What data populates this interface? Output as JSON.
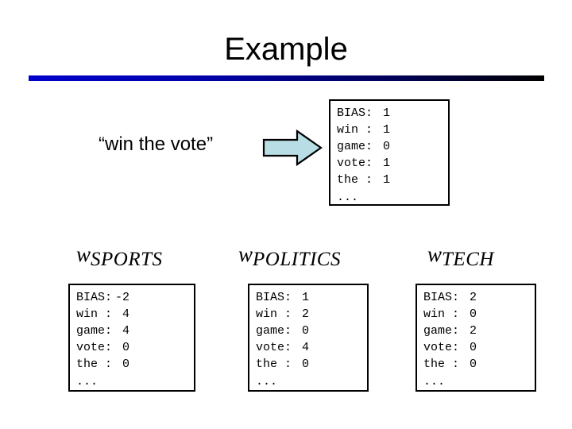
{
  "slide": {
    "title": "Example",
    "rule_gradient_from": "#0000cc",
    "rule_gradient_to": "#000000"
  },
  "input": {
    "phrase": "“win the vote”",
    "arrow_icon": "right-arrow-icon",
    "arrow_fill": "#b8dde5",
    "arrow_stroke": "#000000"
  },
  "feature_vector": {
    "name": "input-feature-vector",
    "separator": ":",
    "ellipsis": "...",
    "rows": [
      {
        "key": "BIAS",
        "value": "1"
      },
      {
        "key": "win",
        "value": "1"
      },
      {
        "key": "game",
        "value": "0"
      },
      {
        "key": "vote",
        "value": "1"
      },
      {
        "key": "the",
        "value": "1"
      }
    ]
  },
  "weight_vectors": [
    {
      "id": "sports",
      "symbol": "w",
      "subscript": "SPORTS",
      "separator": ":",
      "ellipsis": "...",
      "rows": [
        {
          "key": "BIAS",
          "value": "-2"
        },
        {
          "key": "win",
          "value": "4"
        },
        {
          "key": "game",
          "value": "4"
        },
        {
          "key": "vote",
          "value": "0"
        },
        {
          "key": "the",
          "value": "0"
        }
      ]
    },
    {
      "id": "politics",
      "symbol": "w",
      "subscript": "POLITICS",
      "separator": ":",
      "ellipsis": "...",
      "rows": [
        {
          "key": "BIAS",
          "value": "1"
        },
        {
          "key": "win",
          "value": "2"
        },
        {
          "key": "game",
          "value": "0"
        },
        {
          "key": "vote",
          "value": "4"
        },
        {
          "key": "the",
          "value": "0"
        }
      ]
    },
    {
      "id": "tech",
      "symbol": "w",
      "subscript": "TECH",
      "separator": ":",
      "ellipsis": "...",
      "rows": [
        {
          "key": "BIAS",
          "value": "2"
        },
        {
          "key": "win",
          "value": "0"
        },
        {
          "key": "game",
          "value": "2"
        },
        {
          "key": "vote",
          "value": "0"
        },
        {
          "key": "the",
          "value": "0"
        }
      ]
    }
  ]
}
